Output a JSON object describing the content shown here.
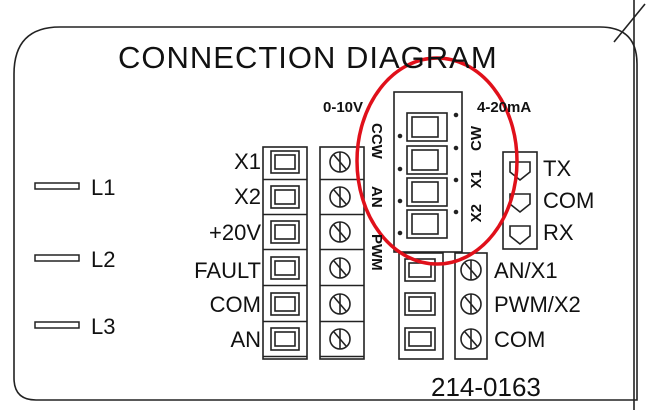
{
  "diagram": {
    "title": "CONNECTION DIAGRAM",
    "part_number": "214-0163",
    "line_inputs": [
      "L1",
      "L2",
      "L3"
    ],
    "left_terminal_labels": [
      "X1",
      "X2",
      "+20V",
      "FAULT",
      "COM",
      "AN"
    ],
    "right_terminal_labels": [
      "AN/X1",
      "PWM/X2",
      "COM"
    ],
    "comm_labels": [
      "TX",
      "COM",
      "RX"
    ],
    "dip_switch": {
      "top_left_label": "0-10V",
      "top_right_label": "4-20mA",
      "left_vertical_labels": [
        "CCW",
        "AN",
        "PWM"
      ],
      "right_vertical_labels": [
        "CW",
        "X1",
        "X2"
      ],
      "highlight_color": "#e0101a"
    }
  }
}
